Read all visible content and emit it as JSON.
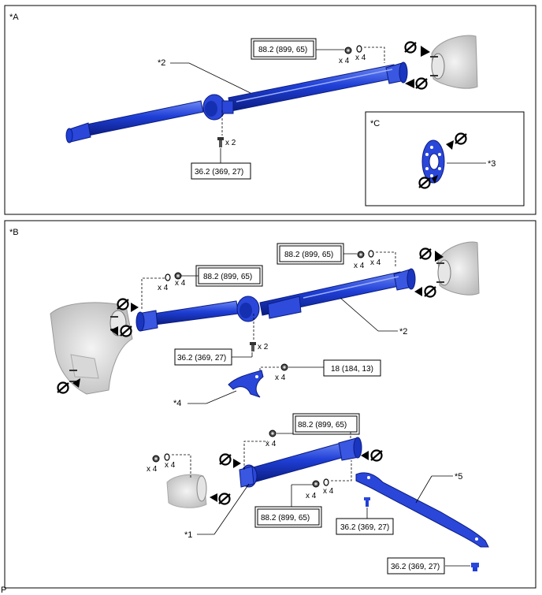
{
  "panels": {
    "a": {
      "label": "*A"
    },
    "b": {
      "label": "*B"
    },
    "c": {
      "label": "*C"
    }
  },
  "callouts": {
    "c1": "*1",
    "c2": "*2",
    "c3": "*3",
    "c4": "*4",
    "c5": "*5"
  },
  "torque": {
    "t88": "88.2 (899, 65)",
    "t36": "36.2 (369, 27)",
    "t18": "18 (184, 13)"
  },
  "qty": {
    "x2": "x 2",
    "x4": "x 4"
  },
  "footer": "P",
  "colors": {
    "shaft": "#1f3fd6",
    "shaft_dark": "#0d1f8a",
    "shaft_light": "#5f7cf0"
  }
}
